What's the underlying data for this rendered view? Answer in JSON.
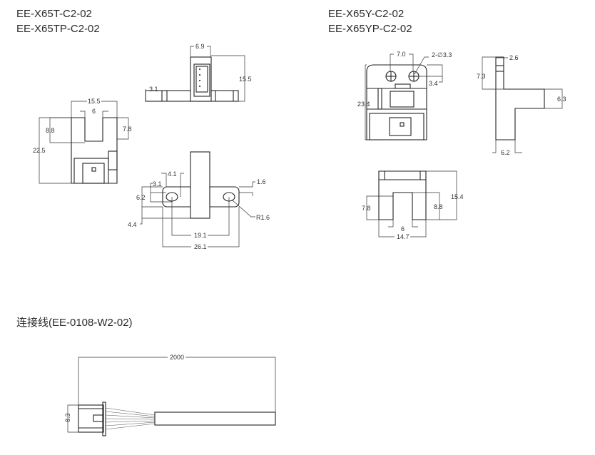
{
  "titles": {
    "left_1": "EE-X65T-C2-02",
    "left_2": "EE-X65TP-C2-02",
    "right_1": "EE-X65Y-C2-02",
    "right_2": "EE-X65YP-C2-02",
    "cable": "连接线(EE-0108-W2-02)"
  },
  "t_top_view": {
    "width_conn": "6.9",
    "height": "15.5",
    "plate": "3.1"
  },
  "t_front_view": {
    "width": "15.5",
    "slot": "6",
    "height": "22.5",
    "slot_left": "8.8",
    "slot_right": "7.8"
  },
  "t_bottom_view": {
    "hole_w": "4.1",
    "hole_off": "3.1",
    "flange": "6.2",
    "offset": "4.4",
    "thick": "1.6",
    "radius": "R1.6",
    "pitch": "19.1",
    "length": "26.1"
  },
  "y_front_view": {
    "pitch": "7.0",
    "holes": "2-∅3.3",
    "hole_pos": "3.4",
    "height": "23.4"
  },
  "y_side_view": {
    "top": "2.6",
    "upper": "7.3",
    "arm": "6.3",
    "bottom": "6.2"
  },
  "y_bottom_view": {
    "height": "15.4",
    "left": "7.8",
    "right": "8.8",
    "slot": "6",
    "width": "14.7"
  },
  "cable_view": {
    "length": "2000",
    "conn_h": "8.3"
  }
}
